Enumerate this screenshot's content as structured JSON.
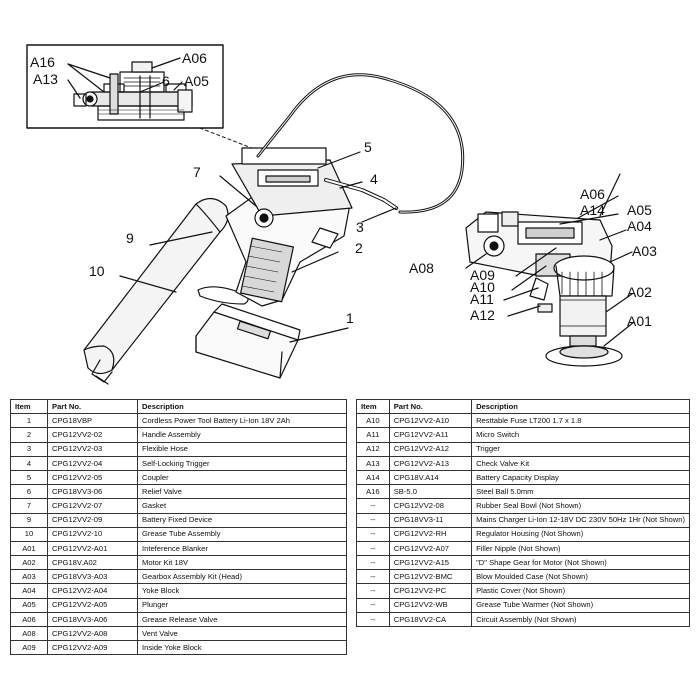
{
  "callouts": {
    "main": [
      "1",
      "2",
      "3",
      "4",
      "5",
      "7",
      "9",
      "10"
    ],
    "inset": [
      "A16",
      "A06",
      "A13",
      "6",
      "A05"
    ],
    "right": [
      "A06",
      "A14",
      "A05",
      "A04",
      "A03",
      "A08",
      "A09",
      "A10",
      "A11",
      "A12",
      "A02",
      "A01"
    ]
  },
  "table_headers": {
    "item": "Item",
    "part_no": "Part No.",
    "description": "Description"
  },
  "parts_left": [
    {
      "item": "1",
      "part": "CPG18VBP",
      "desc": "Cordless Power Tool Battery Li-Ion 18V 2Ah"
    },
    {
      "item": "2",
      "part": "CPG12VV2-02",
      "desc": "Handle Assembly"
    },
    {
      "item": "3",
      "part": "CPG12VV2-03",
      "desc": "Flexible Hose"
    },
    {
      "item": "4",
      "part": "CPG12VV2-04",
      "desc": "Self-Locking Trigger"
    },
    {
      "item": "5",
      "part": "CPG12VV2-05",
      "desc": "Coupler"
    },
    {
      "item": "6",
      "part": "CPG18VV3-06",
      "desc": "Relief Valve"
    },
    {
      "item": "7",
      "part": "CPG12VV2-07",
      "desc": "Gasket"
    },
    {
      "item": "9",
      "part": "CPG12VV2-09",
      "desc": "Battery Fixed Device"
    },
    {
      "item": "10",
      "part": "CPG12VV2-10",
      "desc": "Grease Tube Assembly"
    },
    {
      "item": "A01",
      "part": "CPG12VV2-A01",
      "desc": "Inteference Blanker"
    },
    {
      "item": "A02",
      "part": "CPG18V.A02",
      "desc": "Motor Kit 18V"
    },
    {
      "item": "A03",
      "part": "CPG18VV3-A03",
      "desc": "Gearbox Assembly Kit (Head)"
    },
    {
      "item": "A04",
      "part": "CPG12VV2-A04",
      "desc": "Yoke Block"
    },
    {
      "item": "A05",
      "part": "CPG12VV2-A05",
      "desc": "Plunger"
    },
    {
      "item": "A06",
      "part": "CPG18VV3-A06",
      "desc": "Grease Release Valve"
    },
    {
      "item": "A08",
      "part": "CPG12VV2-A08",
      "desc": "Vent Valve"
    },
    {
      "item": "A09",
      "part": "CPG12VV2-A09",
      "desc": "Inside Yoke Block"
    }
  ],
  "parts_right": [
    {
      "item": "A10",
      "part": "CPG12VV2-A10",
      "desc": "Resttable Fuse LT200 1.7 x 1.8"
    },
    {
      "item": "A11",
      "part": "CPG12VV2-A11",
      "desc": "Micro Switch"
    },
    {
      "item": "A12",
      "part": "CPG12VV2-A12",
      "desc": "Trigger"
    },
    {
      "item": "A13",
      "part": "CPG12VV2-A13",
      "desc": "Check Valve Kit"
    },
    {
      "item": "A14",
      "part": "CPG18V.A14",
      "desc": "Battery Capacity Display"
    },
    {
      "item": "A16",
      "part": "SB-5.0",
      "desc": "Steel Ball 5.0mm"
    },
    {
      "item": "--",
      "part": "CPG12VV2-08",
      "desc": "Rubber Seal Bowl (Not Shown)"
    },
    {
      "item": "--",
      "part": "CPG18VV3-11",
      "desc": "Mains Charger Li-Ion 12-18V DC 230V 50Hz 1Hr (Not Shown)"
    },
    {
      "item": "--",
      "part": "CPG12VV2-RH",
      "desc": "Regulator Housing (Not Shown)"
    },
    {
      "item": "--",
      "part": "CPG12VV2-A07",
      "desc": "Filler Nipple (Not Shown)"
    },
    {
      "item": "--",
      "part": "CPG12VV2-A15",
      "desc": "\"D\" Shape Gear for Motor (Not Shown)"
    },
    {
      "item": "--",
      "part": "CPG12VV2-BMC",
      "desc": "Blow Moulded Case (Not Shown)"
    },
    {
      "item": "--",
      "part": "CPG12VV2-PC",
      "desc": "Plastic Cover (Not Shown)"
    },
    {
      "item": "--",
      "part": "CPG12VV2-WB",
      "desc": "Grease Tube Warmer (Not Shown)"
    },
    {
      "item": "--",
      "part": "CPG18VV2-CA",
      "desc": "Circuit Assembly (Not Shown)"
    }
  ]
}
